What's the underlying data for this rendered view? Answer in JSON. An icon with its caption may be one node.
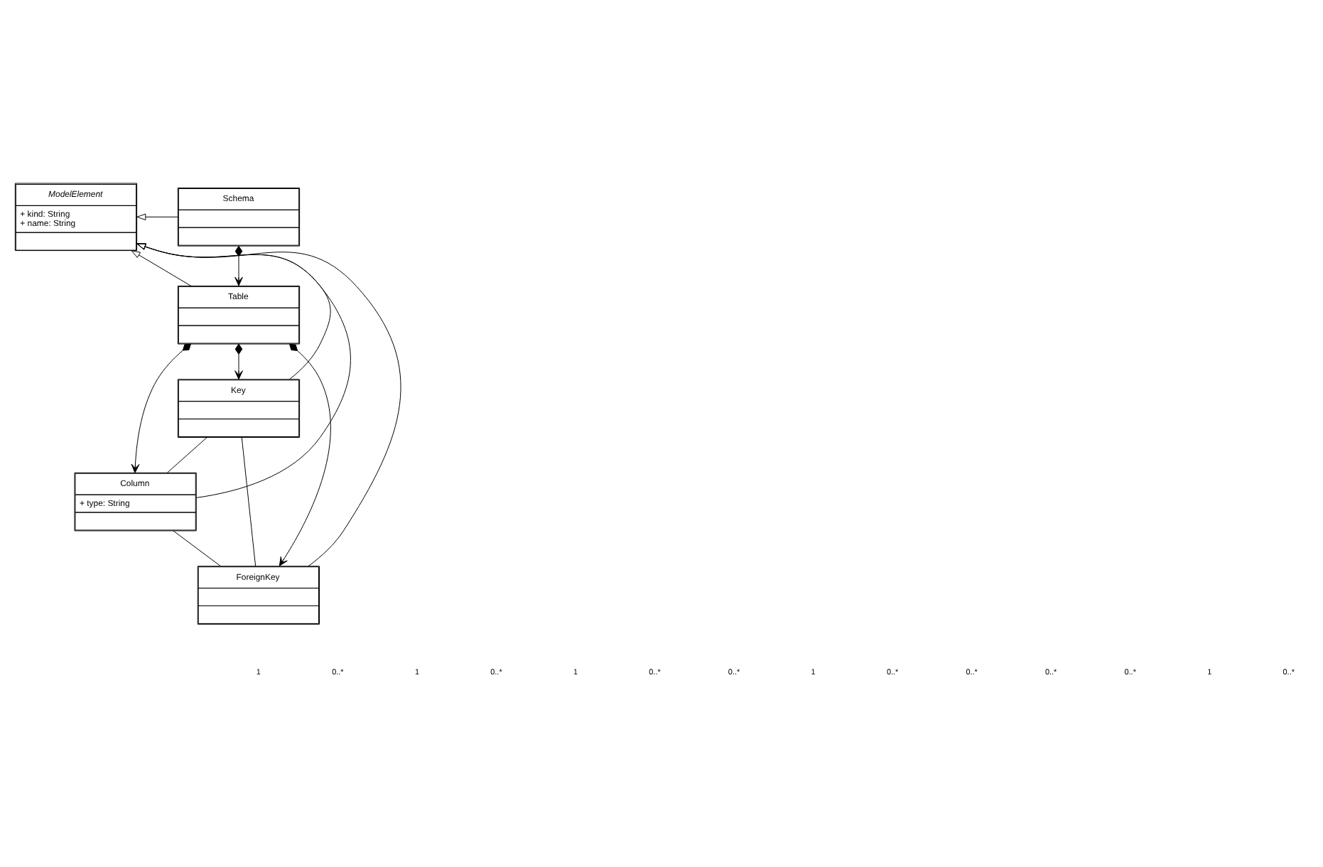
{
  "diagram": {
    "nodes": [
      {
        "text": [
          "ModelElement",
          "+ kind: String",
          "+ name: String"
        ]
      },
      {
        "text": [
          "Schema"
        ]
      },
      {
        "text": [
          "Table"
        ]
      },
      {
        "text": [
          "Column",
          "+ type: String"
        ]
      },
      {
        "text": [
          "Key"
        ]
      },
      {
        "text": [
          "ForeignKey"
        ]
      }
    ],
    "edges": [
      {
        "from": 4,
        "to": 0,
        "arrow": "to"
      },
      {
        "from": 1,
        "to": 0,
        "arrow": "to"
      },
      {
        "from": 2,
        "to": 0,
        "arrow": "to"
      },
      {
        "from": 3,
        "to": 0,
        "arrow": "to"
      },
      {
        "from": 5,
        "to": 0,
        "arrow": "to"
      },
      {
        "from": 1,
        "to": 2,
        "arrow": "to"
      },
      {
        "from": 2,
        "to": 3,
        "arrow": "to"
      },
      {
        "from": 2,
        "to": 5,
        "arrow": "to"
      },
      {
        "from": 2,
        "to": 4,
        "arrow": "to"
      },
      {
        "from": 4,
        "to": 3,
        "arrow": "none"
      },
      {
        "from": 3,
        "to": 5,
        "arrow": "none"
      },
      {
        "from": 4,
        "to": 5,
        "arrow": "none"
      }
    ],
    "labels": [
      "1",
      "0..*",
      "1",
      "0..*",
      "1",
      "0..*",
      "0..*",
      "1",
      "0..*",
      "0..*",
      "0..*",
      "0..*",
      "1",
      "0..*"
    ]
  }
}
